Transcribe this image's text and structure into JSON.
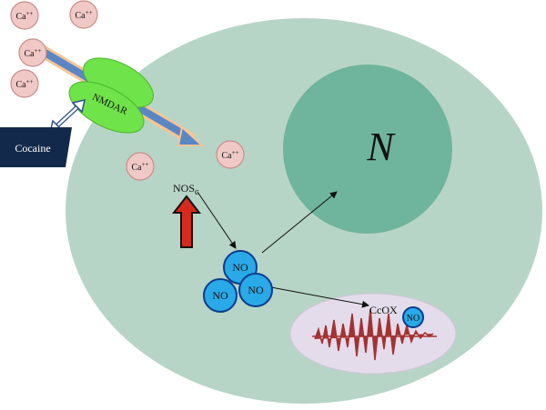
{
  "labels": {
    "calcium": "Ca",
    "calcium_charge": "++",
    "receptor": "NMDAR",
    "drug": "Cocaine",
    "enzyme_main": "NOS",
    "enzyme_sub": "c",
    "nitric_oxide": "NO",
    "nucleus": "N",
    "mito_target": "CcOX"
  },
  "colors": {
    "cell": "#b7d5c6",
    "nucleus": "#6fb49c",
    "mitochondrion": "#e4dcea",
    "calcium_fill": "#f0c9c6",
    "calcium_stroke": "#c98c88",
    "receptor": "#6fe34a",
    "channel_arrow": "#5b86c4",
    "channel_border": "#f4c596",
    "cocaine_box": "#13294b",
    "no_fill": "#29a9e8",
    "no_stroke": "#0b3c8c",
    "red_arrow": "#d42b1c",
    "cristae": "#a33232"
  }
}
